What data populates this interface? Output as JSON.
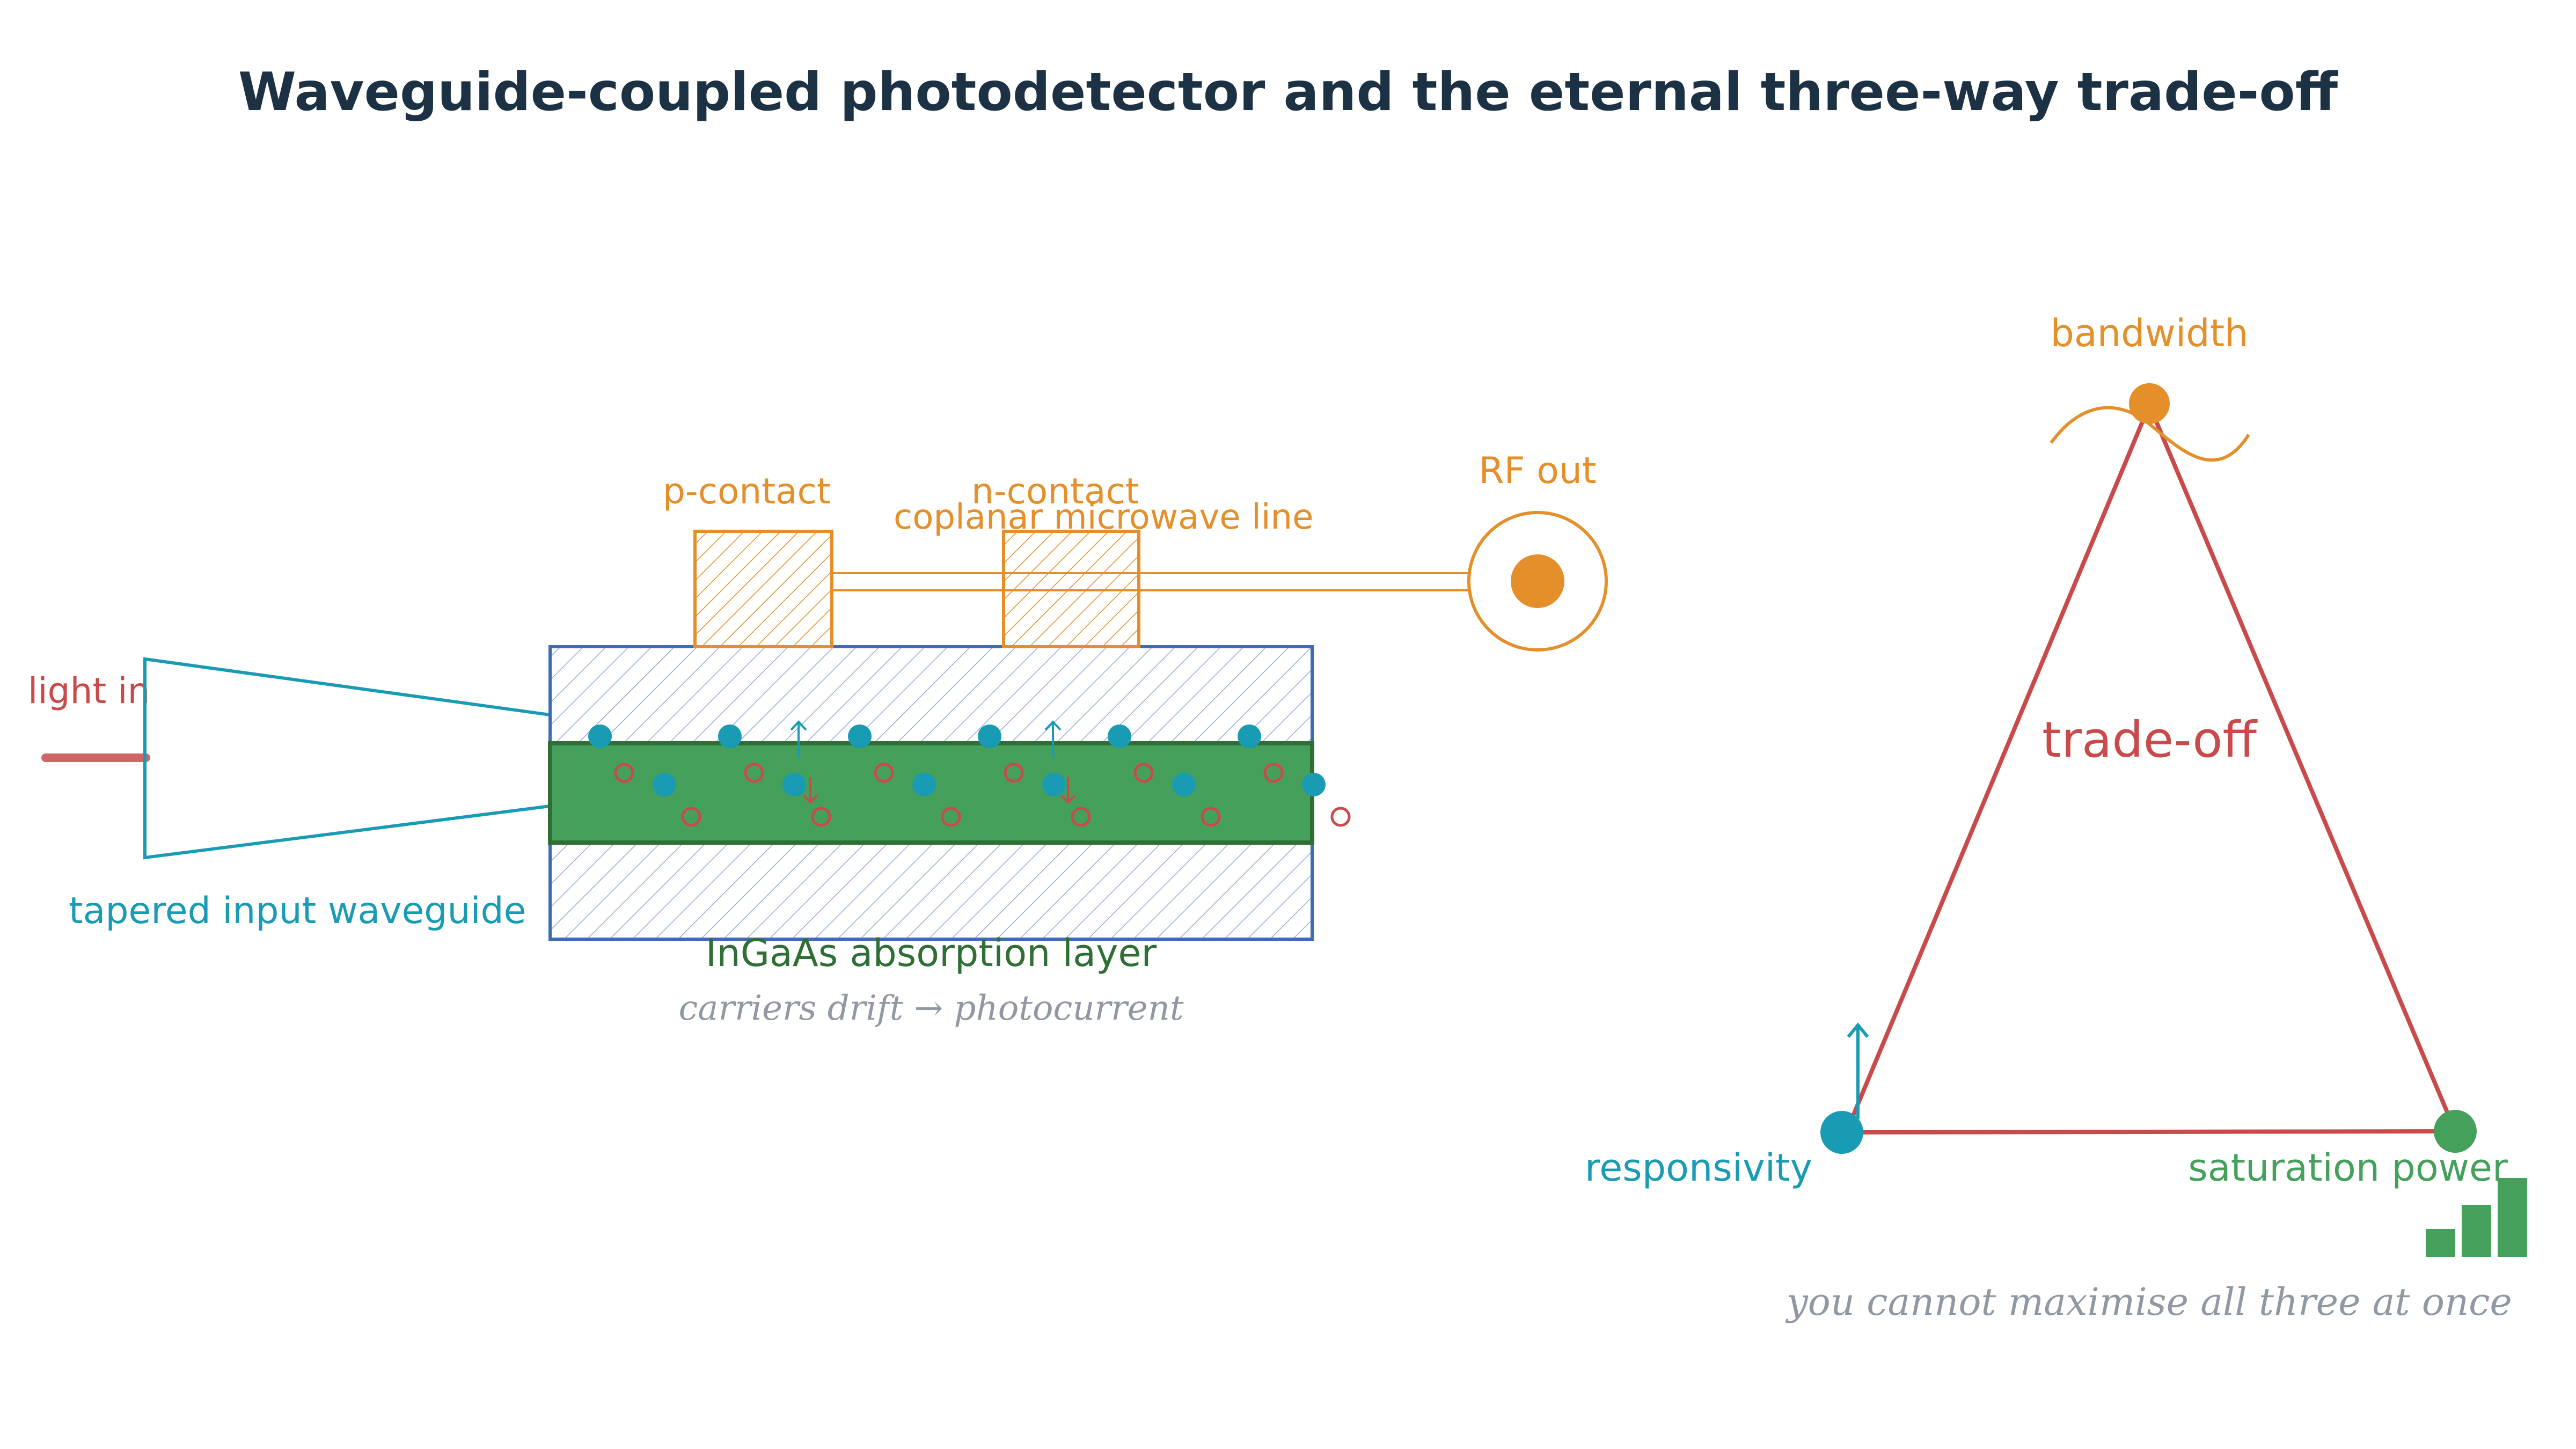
{
  "title": "Waveguide-coupled photodetector and the eternal three-way trade-off",
  "colors": {
    "navy": "#1c3144",
    "red": "#c94a4a",
    "teal": "#1a9bb4",
    "orange": "#e48f2a",
    "green": "#45a05c",
    "dark_green": "#2f6e35",
    "blue": "#3f6cb0",
    "gray": "#8f98a3"
  },
  "detector": {
    "light_in": "light in",
    "waveguide_label": "tapered input waveguide",
    "p_contact": "p-contact",
    "n_contact": "n-contact",
    "line_label": "coplanar microwave line",
    "rf_out": "RF out",
    "absorption_label": "InGaAs absorption layer",
    "drift_note": "carriers drift → photocurrent"
  },
  "triangle": {
    "center_label": "trade-off",
    "vertices": {
      "top": "bandwidth",
      "left": "responsivity",
      "right": "saturation power"
    },
    "note": "you cannot maximise all three at once"
  }
}
